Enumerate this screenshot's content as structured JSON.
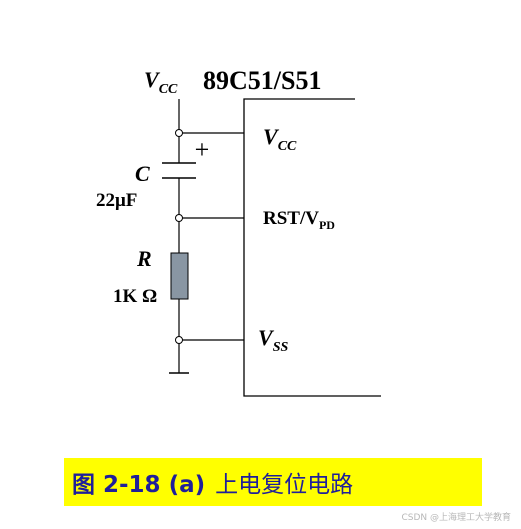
{
  "chip_name": "89C51/S51",
  "supply": {
    "symbol": "V",
    "subscript": "CC"
  },
  "pins": [
    {
      "symbol": "V",
      "subscript": "CC",
      "italic": true
    },
    {
      "symbol": "RST/V",
      "subscript": "PD",
      "italic": false
    },
    {
      "symbol": "V",
      "subscript": "SS",
      "italic": true
    }
  ],
  "capacitor": {
    "name": "C",
    "value": "22μF",
    "polarity": "+"
  },
  "resistor": {
    "name": "R",
    "value": "1K Ω"
  },
  "caption": {
    "number": "图 2-18 (a)",
    "title": "上电复位电路"
  },
  "watermark": "CSDN @上海理工大学教育",
  "colors": {
    "caption_background": "#ffff00",
    "caption_text": "#1f1f9a",
    "resistor_fill": "#8996a3",
    "wire": "#000000"
  }
}
